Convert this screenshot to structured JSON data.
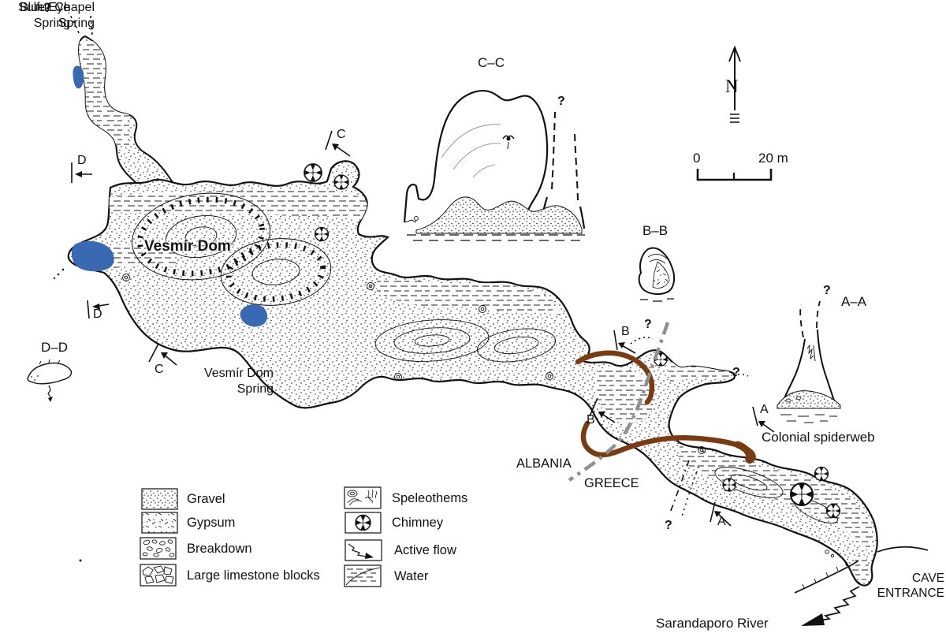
{
  "colors": {
    "water_blue": "#3a69b4",
    "spiderweb_brown": "#7a3b10",
    "border_gray": "#8f8f8f",
    "ink": "#111111"
  },
  "map_labels": {
    "blue_eye_spring": "Blue Eye\nSpring",
    "sulfur_chapel_spring": "Sulfur Chapel\nSpring",
    "vesmir_dom": "Vesmír Dom",
    "vesmir_dom_spring": "Vesmír Dom\nSpring",
    "colonial_spiderweb": "Colonial spiderweb",
    "albania": "ALBANIA",
    "greece": "GREECE",
    "cave_entrance": "CAVE\nENTRANCE",
    "sarandaporo_river": "Sarandaporo River"
  },
  "section_views": {
    "cc": "C–C",
    "bb": "B–B",
    "aa": "A–A",
    "dd": "D–D"
  },
  "section_markers": {
    "a": "A",
    "b": "B",
    "c": "C",
    "d": "D"
  },
  "question_mark": "?",
  "compass": {
    "north": "N"
  },
  "scale_bar": {
    "zero": "0",
    "twenty": "20 m"
  },
  "legend": {
    "items": [
      {
        "key": "gravel",
        "label": "Gravel"
      },
      {
        "key": "gypsum",
        "label": "Gypsum"
      },
      {
        "key": "breakdown",
        "label": "Breakdown"
      },
      {
        "key": "limestone",
        "label": "Large limestone blocks"
      },
      {
        "key": "speleothems",
        "label": "Speleothems"
      },
      {
        "key": "chimney",
        "label": "Chimney"
      },
      {
        "key": "active_flow",
        "label": "Active flow"
      },
      {
        "key": "water",
        "label": "Water"
      }
    ]
  }
}
